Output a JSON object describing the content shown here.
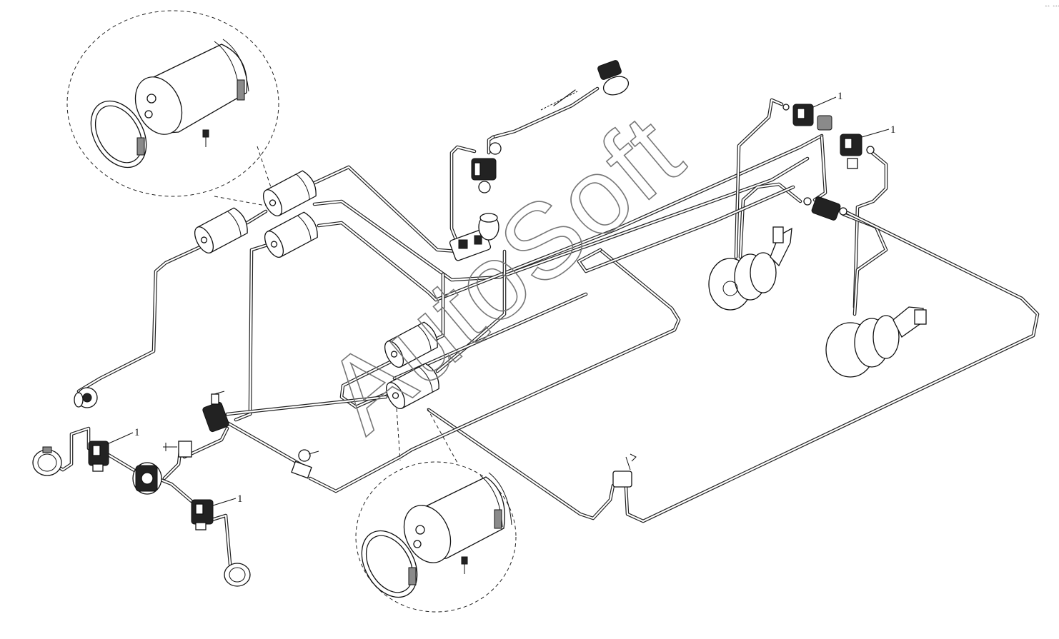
{
  "diagram": {
    "callout_label": "1",
    "watermark": "AutoSoft",
    "corner_mark": "°° °°°"
  },
  "callouts": [
    {
      "id": "callout-valve-top-right-a",
      "label": "1"
    },
    {
      "id": "callout-valve-top-right-b",
      "label": "1"
    },
    {
      "id": "callout-valve-left-a",
      "label": "1"
    },
    {
      "id": "callout-valve-left-b",
      "label": "1"
    }
  ],
  "colors": {
    "line": "#222222",
    "background": "#ffffff",
    "watermark_outline": "#777777"
  }
}
